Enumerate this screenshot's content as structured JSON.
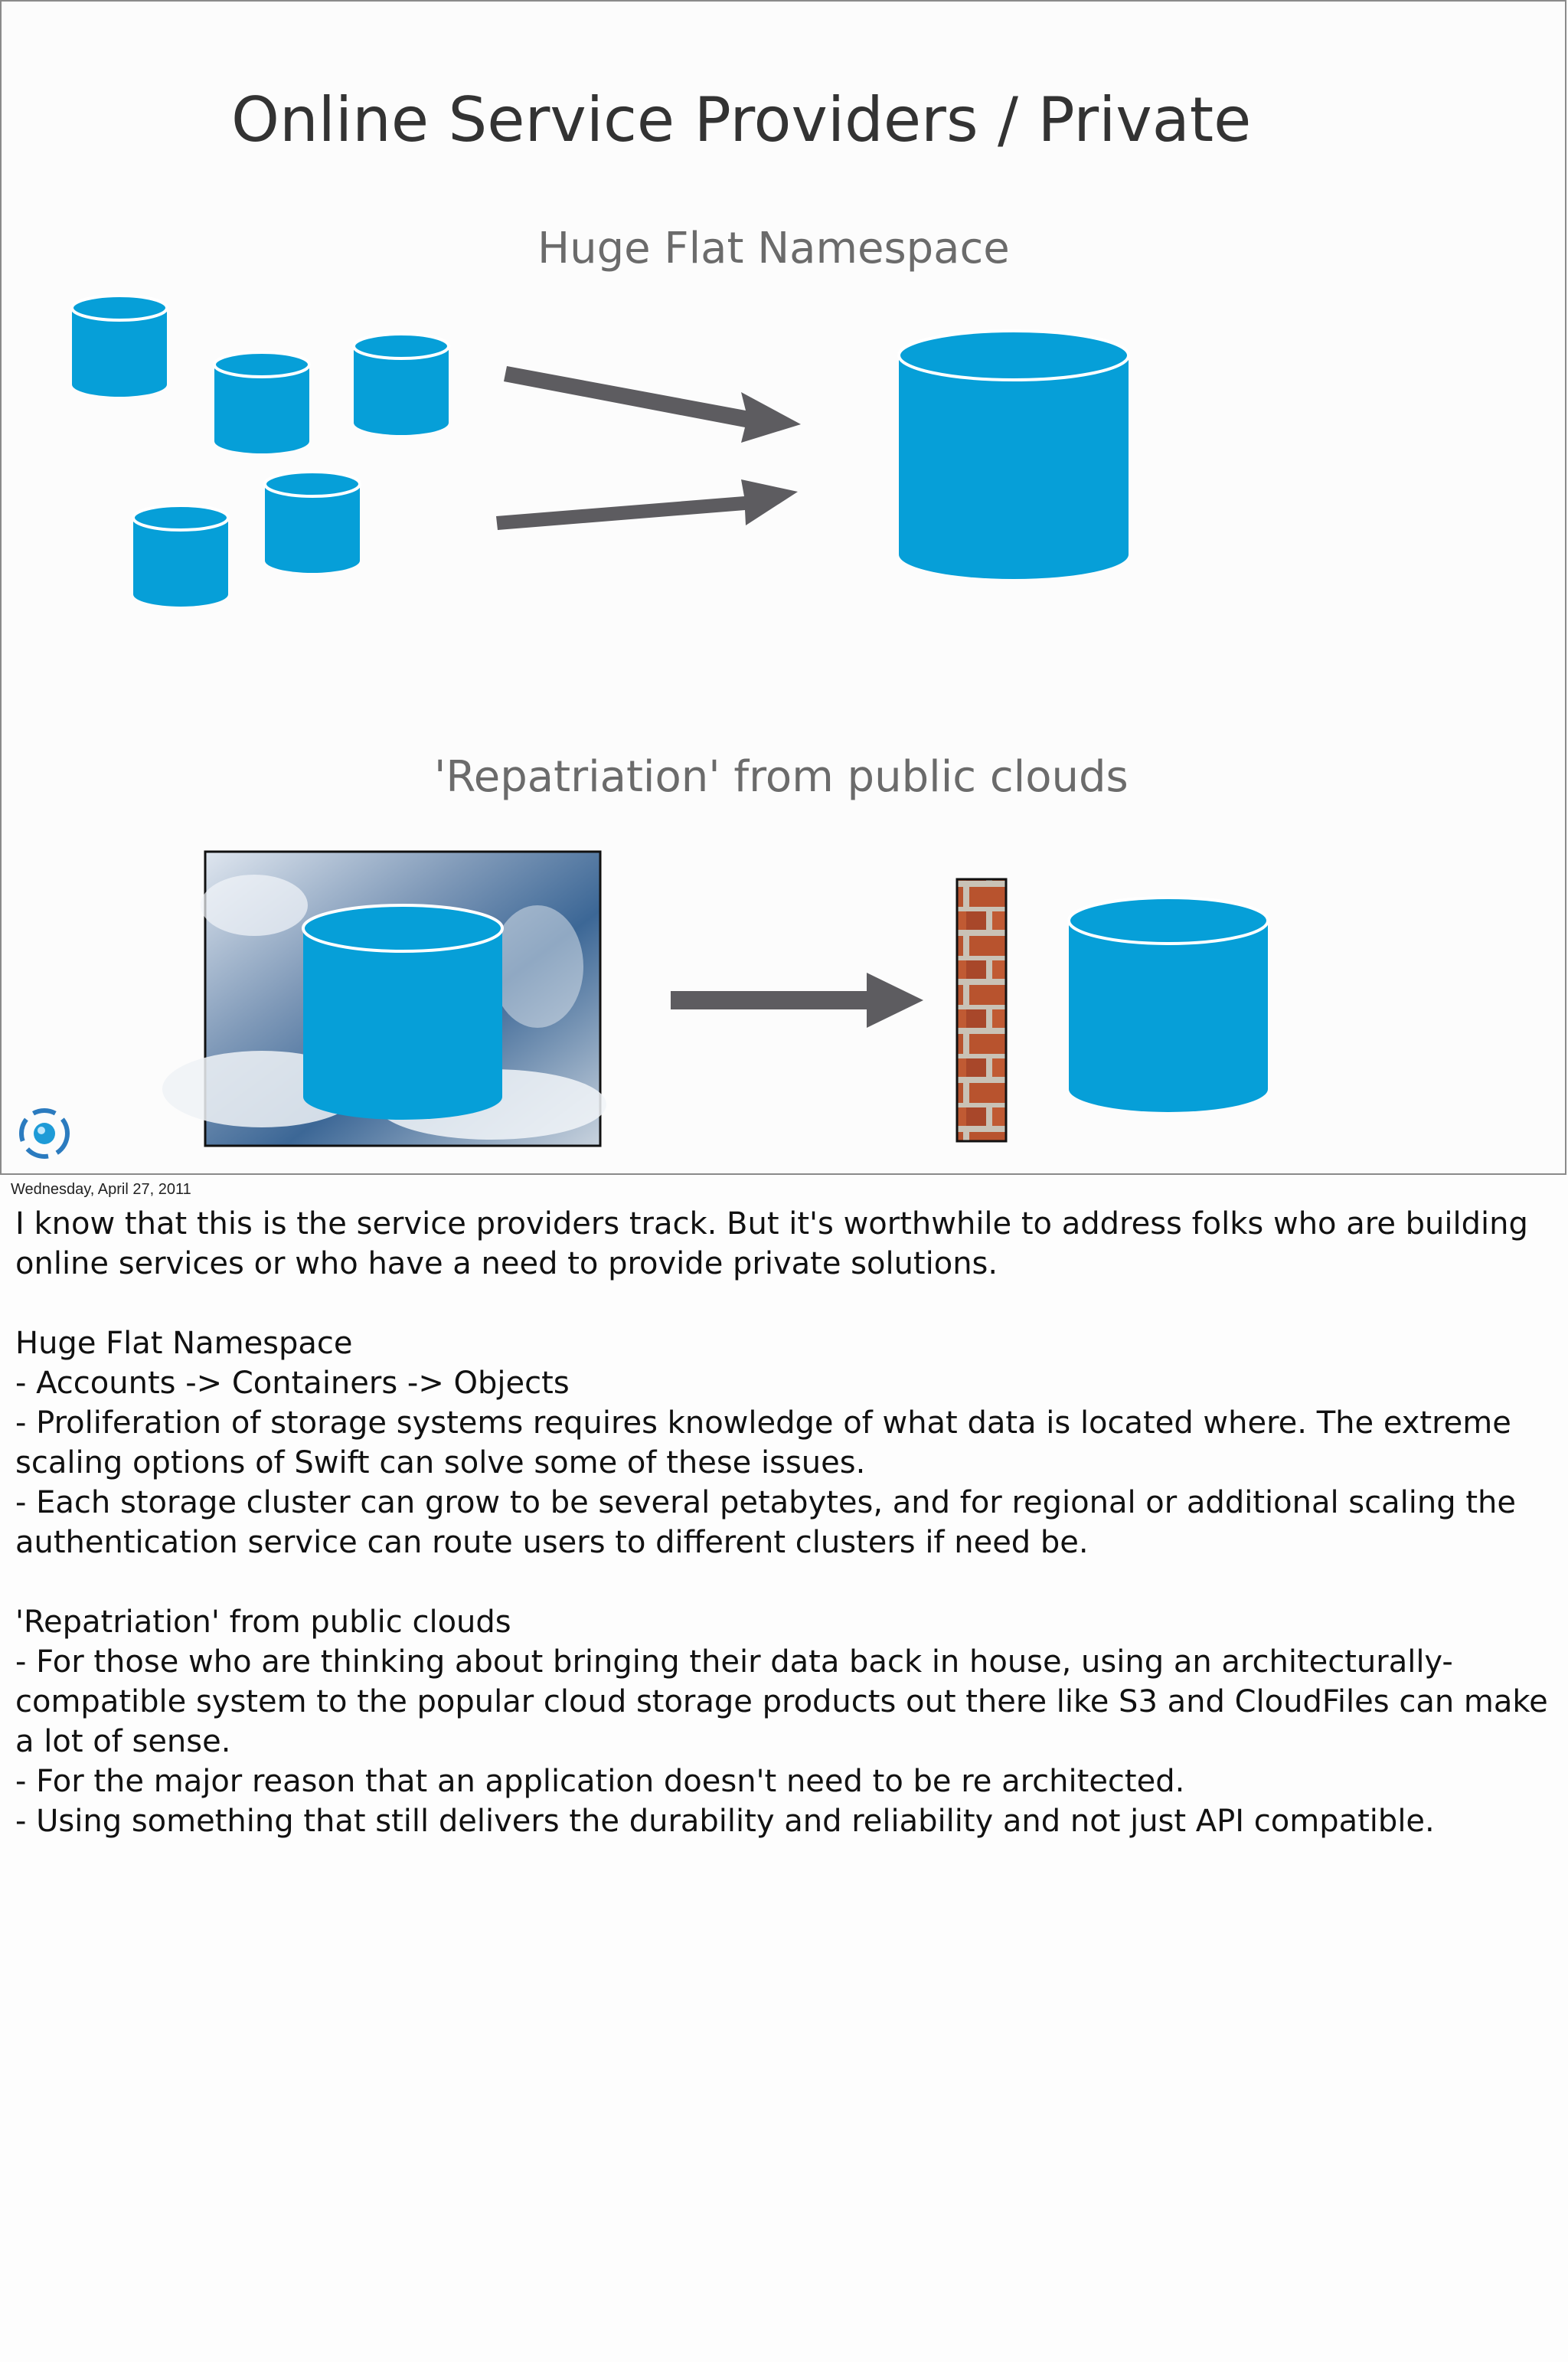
{
  "slide": {
    "title": "Online Service Providers / Private",
    "section1_heading": "Huge Flat Namespace",
    "section2_heading": "'Repatriation' from public clouds",
    "accent_color": "#069fd8",
    "arrow_color": "#5d5c60",
    "icons": [
      "database-icon",
      "arrow-icon",
      "brick-wall-icon",
      "cloud-sky-image",
      "logo-icon"
    ]
  },
  "footer": {
    "date": "Wednesday, April 27, 2011"
  },
  "notes": {
    "intro": "I know that this is the service providers track. But it's worthwhile to address folks who are building online services or who have a need to provide private solutions.",
    "section1_title": "Huge Flat Namespace",
    "section1_points": [
      "- Accounts -> Containers -> Objects",
      "- Proliferation of storage systems requires knowledge of what data is located where. The extreme scaling options of Swift can solve some of these issues.",
      "- Each storage cluster can grow to be several petabytes, and for regional or additional scaling the authentication service can route users to different clusters if need be."
    ],
    "section2_title": "'Repatriation' from public clouds",
    "section2_points": [
      "- For those who are thinking about bringing their data back in house, using an architecturally-compatible system to the popular cloud storage products out there like S3 and CloudFiles can make a lot of sense.",
      "- For the major reason that an application doesn't need to be re architected.",
      "- Using something that still delivers the durability and reliability and not just API compatible."
    ]
  }
}
